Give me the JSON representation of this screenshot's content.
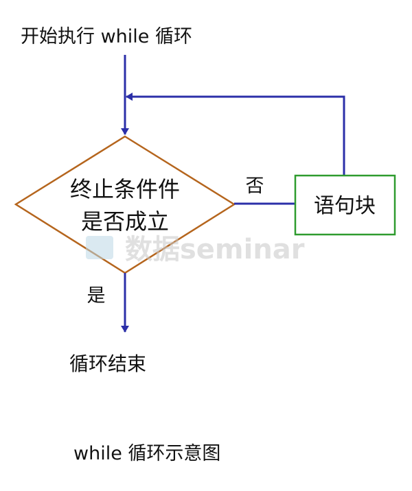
{
  "diagram": {
    "start_label": "开始执行 while 循环",
    "condition_line1": "终止条件件",
    "condition_line2": "是否成立",
    "block_label": "语句块",
    "no_label": "否",
    "yes_label": "是",
    "end_label": "循环结束",
    "caption": "while 循环示意图",
    "watermark": "数据seminar",
    "colors": {
      "arrow": "#2b2fa8",
      "diamond": "#b5651d",
      "block": "#2e9b2e",
      "watermark": "#d0d0d0"
    }
  }
}
